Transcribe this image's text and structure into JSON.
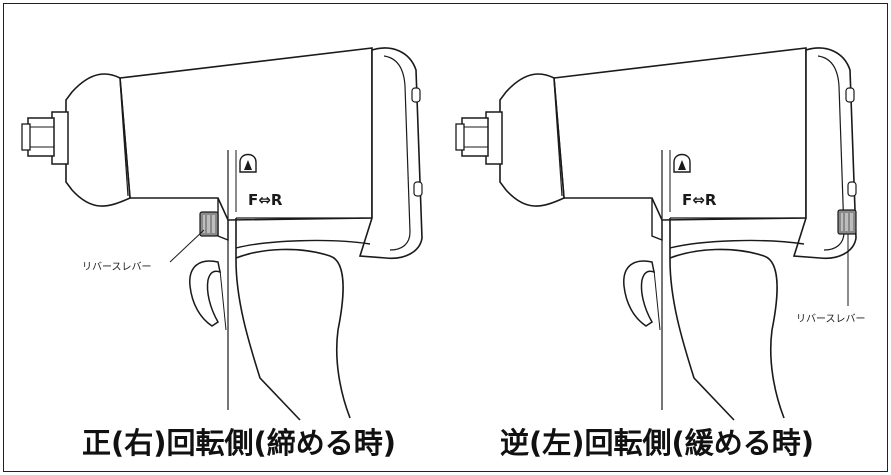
{
  "diagrams": [
    {
      "panel_label": "F⇔R",
      "lever_label": "リバースレバー",
      "caption": "正(右)回転側(締める時)"
    },
    {
      "panel_label": "F⇔R",
      "lever_label": "リバースレバー",
      "caption": "逆(左)回転側(緩める時)"
    }
  ],
  "colors": {
    "line": "#1a1a1a",
    "lever": "#8a8a8a",
    "lever_highlight": "#bdbdbd",
    "background": "#ffffff"
  }
}
